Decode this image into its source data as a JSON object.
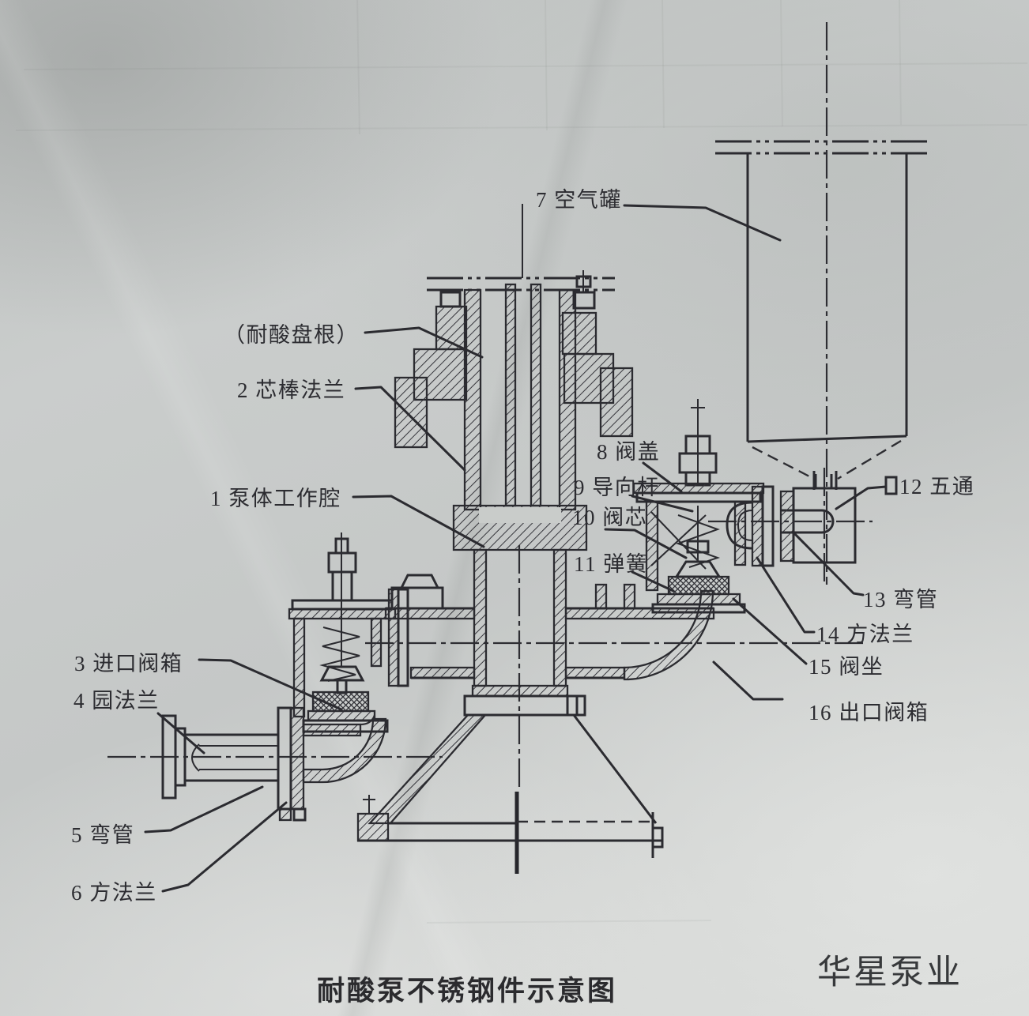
{
  "caption": "耐酸泵不锈钢件示意图",
  "watermark": "华星泵业",
  "callouts": {
    "packing": "（耐酸盘根）",
    "n1": "1 泵体工作腔",
    "n2": "2 芯棒法兰",
    "n3": "3 进口阀箱",
    "n4": "4 园法兰",
    "n5": "5 弯管",
    "n6": "6 方法兰",
    "n7": "7 空气罐",
    "n8": "8 阀盖",
    "n9": "9 导向杆",
    "n10": "10 阀芯",
    "n11": "11 弹簧",
    "n12": "12 五通",
    "n13": "13 弯管",
    "n14": "14 方法兰",
    "n15": "15 阀坐",
    "n16": "16 出口阀箱"
  }
}
